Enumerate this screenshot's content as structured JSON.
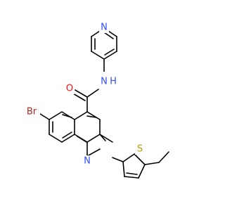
{
  "molecule": {
    "atom_labels": {
      "pyridine_n": "N",
      "amide_o": "O",
      "amide_n": "N",
      "amide_h": "H",
      "bromine": "Br",
      "quinoline_n": "N",
      "sulfur": "S"
    },
    "colors": {
      "bond": "#000000",
      "N": "#3050F8",
      "O": "#FF0D0D",
      "Br": "#A62929",
      "S": "#B8A000"
    }
  }
}
